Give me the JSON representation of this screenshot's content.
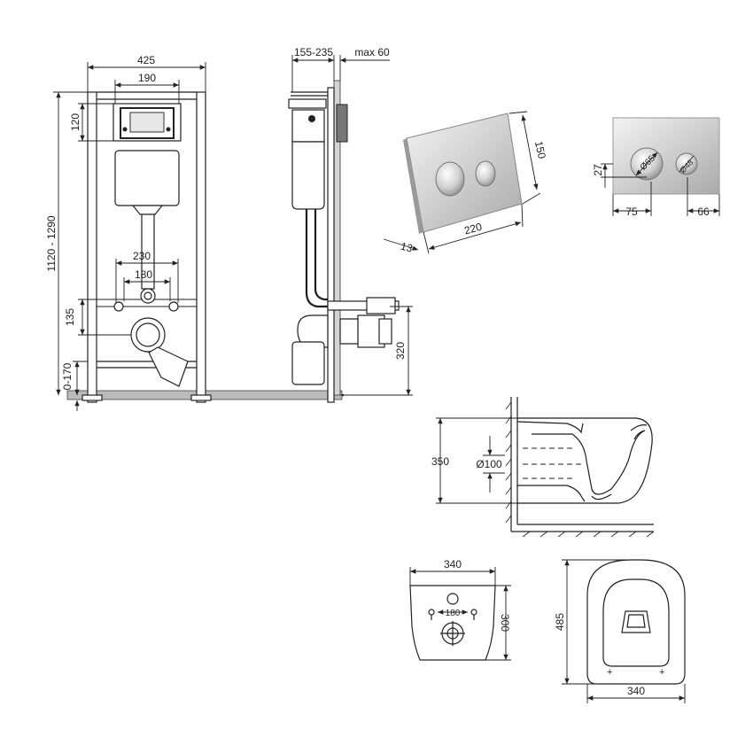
{
  "frame_front": {
    "width": "425",
    "top_width": "190",
    "height_range": "1120 - 1290",
    "top_offset": "120",
    "bolt_spacing_outer": "230",
    "bolt_spacing_inner": "180",
    "outlet_height": "135",
    "foot_adjust": "0-170"
  },
  "frame_side": {
    "depth": "155-235",
    "max_panel": "max 60",
    "drain_height": "320"
  },
  "flush_plate": {
    "height": "150",
    "width": "220",
    "thickness": "13",
    "offset_top": "27",
    "button_big": "Ø65",
    "button_small": "Ø48",
    "dist_left": "75",
    "dist_right": "66"
  },
  "bowl_side": {
    "height": "350",
    "outlet_diameter": "Ø100"
  },
  "bowl_back": {
    "width": "340",
    "depth": "300",
    "bolt_spacing": "180"
  },
  "bowl_top": {
    "length": "485",
    "width": "340"
  }
}
